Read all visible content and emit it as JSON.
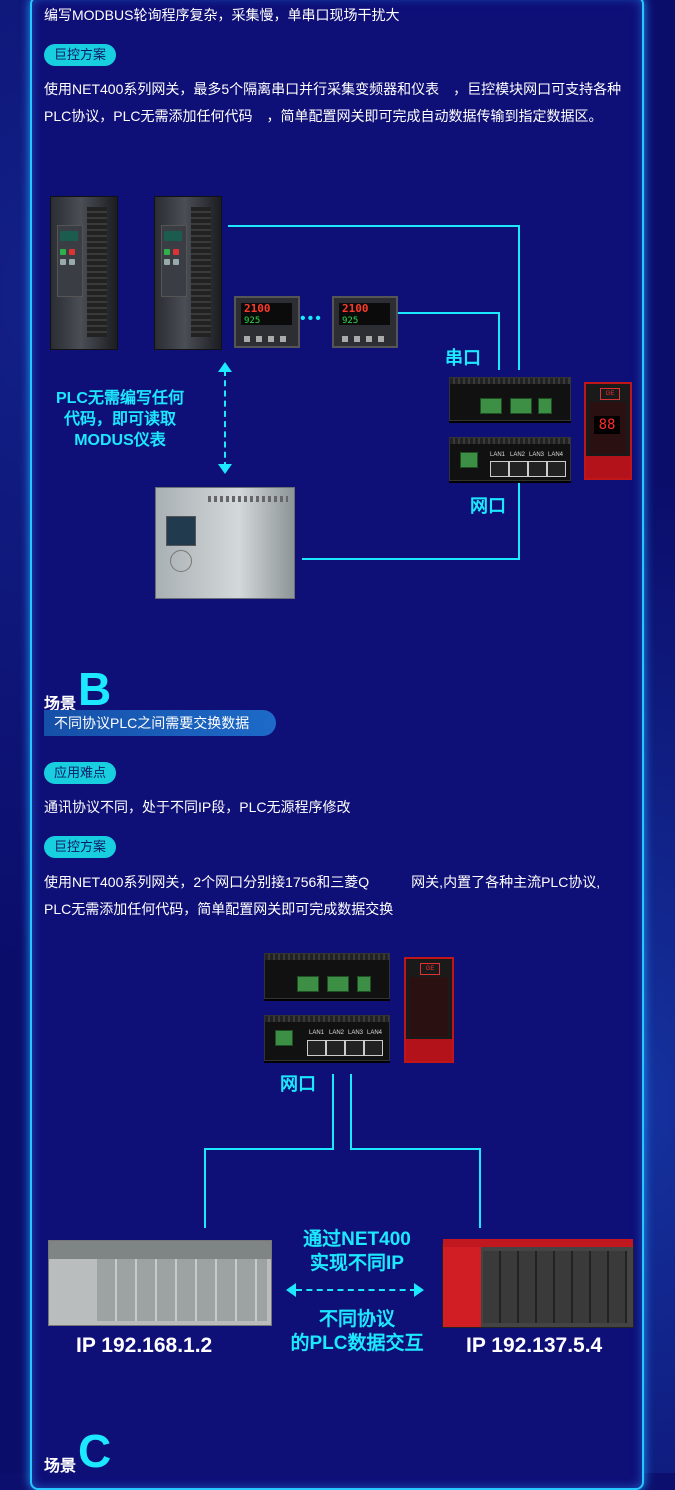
{
  "top_text": "编写MODBUS轮询程序复杂，采集慢，单串口现场干扰大",
  "scene_a": {
    "solution_pill": "巨控方案",
    "solution_text": "使用NET400系列网关，最多5个隔离串口并行采集变频器和仪表　，巨控模块网口可支持各种PLC协议，PLC无需添加任何代码　，简单配置网关即可完成自动数据传输到指定数据区。",
    "diagram": {
      "meter_display_top": "2100",
      "meter_display_bottom": "925",
      "dots": "•••",
      "serial_label": "串口",
      "network_label": "网口",
      "arrow_caption_lines": [
        "PLC无需编写任何",
        "代码，即可读取",
        "MODUS仪表"
      ],
      "lan_ports": [
        "LAN1",
        "LAN2",
        "LAN3",
        "LAN4"
      ],
      "red_module_display": "88",
      "red_module_logo": "GE"
    }
  },
  "scene_b": {
    "label": "场景",
    "letter": "B",
    "title": "不同协议PLC之间需要交换数据",
    "difficulty_pill": "应用难点",
    "difficulty_text": "通讯协议不同，处于不同IP段，PLC无源程序修改",
    "solution_pill": "巨控方案",
    "solution_text_line1": "使用NET400系列网关，2个网口分别接1756和三菱Q　　　网关,内置了各种主流PLC协议,",
    "solution_text_line2": "PLC无需添加任何代码，简单配置网关即可完成数据交换",
    "diagram": {
      "network_label": "网口",
      "caption_top_lines": [
        "通过NET400",
        "实现不同IP"
      ],
      "caption_bottom_lines": [
        "不同协议",
        "的PLC数据交互"
      ],
      "ip_left": "IP 192.168.1.2",
      "ip_right": "IP 192.137.5.4",
      "lan_ports": [
        "LAN1",
        "LAN2",
        "LAN3",
        "LAN4"
      ],
      "red_module_logo": "GE"
    }
  },
  "scene_c": {
    "label": "场景",
    "letter": "C"
  },
  "colors": {
    "background": "#0f0f78",
    "accent_cyan": "#1ce8ff",
    "frame_border": "#26c6ff",
    "pill_bg": "#18cfe0"
  }
}
